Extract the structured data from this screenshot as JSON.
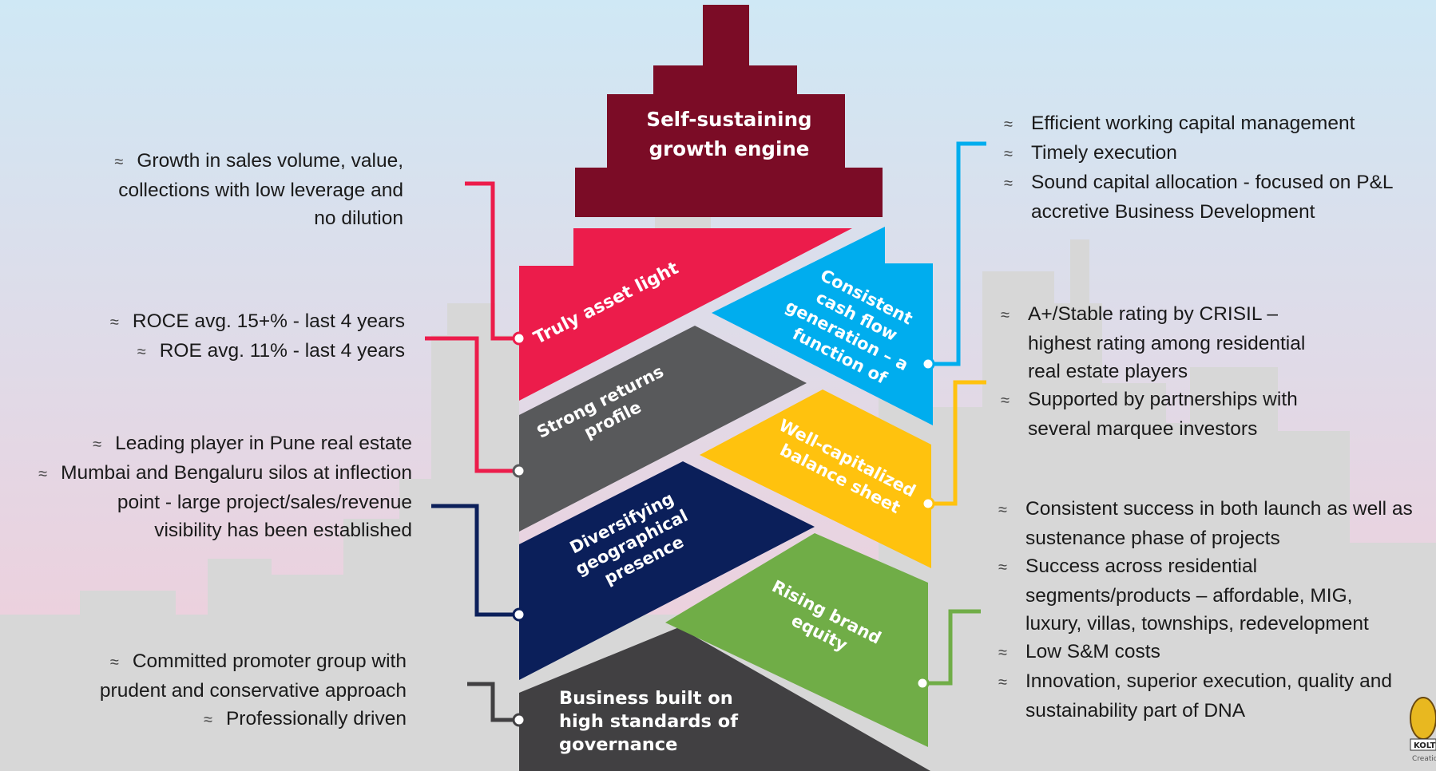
{
  "bullet": "≈",
  "colors": {
    "bg_top": "#cfe8f5",
    "bg_bottom": "#f3cbd8",
    "skyline": "#d7d7d7",
    "maroon": "#7b0c26",
    "red": "#ec1c4b",
    "blue": "#00adee",
    "gray": "#58595b",
    "yellow": "#ffc20e",
    "navy": "#0b1f5a",
    "green": "#70ad47",
    "dark": "#414042"
  },
  "top_block": {
    "line1": "Self-sustaining",
    "line2": "growth engine"
  },
  "segments": {
    "asset_light": {
      "lines": [
        "Truly asset light"
      ]
    },
    "cash_flow": {
      "lines": [
        "Consistent",
        "cash flow",
        "generation – a",
        "function of"
      ]
    },
    "returns": {
      "lines": [
        "Strong returns",
        "profile"
      ]
    },
    "balance_sheet": {
      "lines": [
        "Well-capitalized",
        "balance sheet"
      ]
    },
    "geographical": {
      "lines": [
        "Diversifying",
        "geographical",
        "presence"
      ]
    },
    "brand": {
      "lines": [
        "Rising brand",
        "equity"
      ]
    },
    "governance": {
      "lines": [
        "Business built on",
        "high standards of",
        "governance"
      ]
    }
  },
  "left_notes": {
    "growth": [
      "Growth in sales volume, value,",
      "collections with low leverage and",
      "no dilution"
    ],
    "returns": [
      "ROCE avg. 15+% - last 4 years",
      "ROE avg. 11%  - last 4 years"
    ],
    "geography": [
      "Leading player in Pune real estate",
      "Mumbai and Bengaluru silos at inflection",
      "point - large project/sales/revenue",
      "visibility has been established"
    ],
    "governance": [
      "Committed promoter group with",
      "prudent and conservative approach",
      "Professionally driven"
    ]
  },
  "right_notes": {
    "cash": [
      [
        "Efficient working capital management"
      ],
      [
        "Timely execution"
      ],
      [
        "Sound capital allocation - focused on P&L",
        "accretive Business Development"
      ]
    ],
    "rating": [
      [
        "A+/Stable rating by CRISIL –",
        "highest rating among residential",
        "real estate players"
      ],
      [
        "Supported by partnerships with",
        "several marquee investors"
      ]
    ],
    "brand": [
      [
        "Consistent success in both launch as well as",
        "sustenance phase of projects"
      ],
      [
        "Success across residential",
        "segments/products – affordable, MIG,",
        "luxury, villas, townships, redevelopment"
      ],
      [
        "Low S&M costs"
      ],
      [
        "Innovation, superior execution, quality and",
        "sustainability part of DNA"
      ]
    ]
  },
  "logo": {
    "text": "KOLT",
    "tagline": "Creation,"
  }
}
